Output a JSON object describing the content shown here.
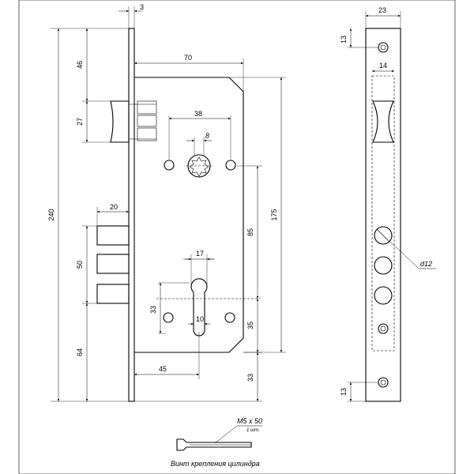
{
  "front_view": {
    "dim_faceplate_thickness": "3",
    "dim_case_depth": "70",
    "dim_total_height": "240",
    "dim_top_to_latch": "46",
    "dim_latch_height": "27",
    "dim_handle_spacing": "38",
    "dim_spindle_size": "8",
    "dim_backset": "175",
    "dim_center_distance": "85",
    "dim_bolt_throw": "20",
    "dim_bolt_span": "50",
    "dim_bottom_to_cyl": "64",
    "dim_cylinder_width": "17",
    "dim_cylinder_screw_spacing": "33",
    "dim_cylinder_slot": "10",
    "dim_cylinder_backset": "45",
    "dim_cyl_to_bottom_35": "35",
    "dim_cyl_to_bottom_33": "33"
  },
  "side_view": {
    "dim_faceplate_width": "23",
    "dim_top_screw": "13",
    "dim_latch_width": "14",
    "dim_bolt_diameter": "d12",
    "dim_bottom_screw": "13"
  },
  "screw": {
    "label": "M5 x 50",
    "quantity": "1 шт.",
    "caption": "Винт крепления цилиндра"
  }
}
